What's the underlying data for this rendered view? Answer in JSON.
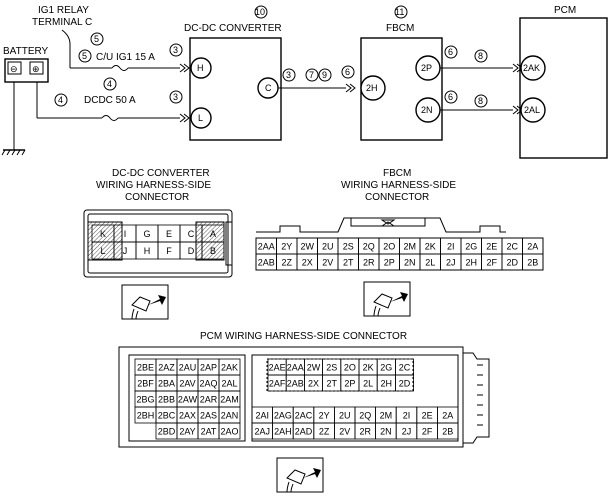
{
  "labels": {
    "ig1_relay": "IG1 RELAY",
    "terminal_c": "TERMINAL C",
    "battery": "BATTERY",
    "cu_ig1": "C/U IG1 15 A",
    "dcdc_fuse": "DCDC 50 A",
    "dcdc_converter": "DC-DC CONVERTER",
    "fbcm": "FBCM",
    "pcm": "PCM",
    "dcdc_conn_line1": "DC-DC CONVERTER",
    "dcdc_conn_line2": "WIRING HARNESS-SIDE",
    "dcdc_conn_line3": "CONNECTOR",
    "fbcm_conn_line1": "FBCM",
    "fbcm_conn_line2": "WIRING HARNESS-SIDE",
    "fbcm_conn_line3": "CONNECTOR",
    "pcm_conn": "PCM WIRING HARNESS-SIDE CONNECTOR"
  },
  "callouts": {
    "c10": "10",
    "c11": "11",
    "c5a": "5",
    "c5b": "5",
    "c4a": "4",
    "c4b": "4",
    "c3a": "3",
    "c3b": "3",
    "c3c": "3",
    "c7": "7",
    "c9": "9",
    "c6a": "6",
    "c6b": "6",
    "c6c": "6",
    "c8a": "8",
    "c8b": "8"
  },
  "terminals": {
    "h": "H",
    "l": "L",
    "c": "C",
    "fbcm_2h": "2H",
    "fbcm_2p": "2P",
    "fbcm_2n": "2N",
    "pcm_2ak": "2AK",
    "pcm_2al": "2AL"
  },
  "battery_signs": {
    "neg": "⊖",
    "pos": "⊕"
  },
  "dcdc_pins": [
    [
      "K",
      "I",
      "G",
      "E",
      "C",
      "A"
    ],
    [
      "L",
      "J",
      "H",
      "F",
      "D",
      "B"
    ]
  ],
  "fbcm_pins": [
    [
      "2AA",
      "2Y",
      "2W",
      "2U",
      "2S",
      "2Q",
      "2O",
      "2M",
      "2K",
      "2I",
      "2G",
      "2E",
      "2C",
      "2A"
    ],
    [
      "2AB",
      "2Z",
      "2X",
      "2V",
      "2T",
      "2R",
      "2P",
      "2N",
      "2L",
      "2J",
      "2H",
      "2F",
      "2D",
      "2B"
    ]
  ],
  "pcm_left_pins": [
    [
      "2BE",
      "2AZ",
      "2AU",
      "2AP",
      "2AK"
    ],
    [
      "2BF",
      "2BA",
      "2AV",
      "2AQ",
      "2AL"
    ],
    [
      "2BG",
      "2BB",
      "2AW",
      "2AR",
      "2AM"
    ],
    [
      "2BH",
      "2BC",
      "2AX",
      "2AS",
      "2AN"
    ],
    [
      "",
      "2BD",
      "2AY",
      "2AT",
      "2AO"
    ]
  ],
  "pcm_right_top": [
    [
      "2AE",
      "2AA",
      "2W",
      "2S",
      "2O",
      "2K",
      "2G",
      "2C"
    ],
    [
      "2AF",
      "2AB",
      "2X",
      "2T",
      "2P",
      "2L",
      "2H",
      "2D"
    ]
  ],
  "pcm_right_bottom": [
    [
      "2AI",
      "2AG",
      "2AC",
      "2Y",
      "2U",
      "2Q",
      "2M",
      "2I",
      "2E",
      "2A"
    ],
    [
      "2AJ",
      "2AH",
      "2AD",
      "2Z",
      "2V",
      "2R",
      "2N",
      "2J",
      "2F",
      "2B"
    ]
  ],
  "icons": [
    "harness-connector-icon",
    "harness-connector-icon",
    "harness-connector-icon"
  ],
  "colors": {
    "line": "#000000",
    "hatch": "#555555"
  }
}
